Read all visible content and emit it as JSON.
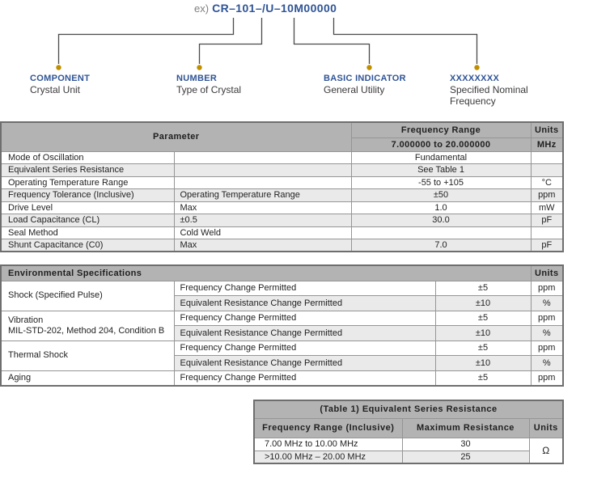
{
  "colors": {
    "accent_blue": "#2f5496",
    "dot_gold": "#bf8f00",
    "connector": "#4a4a4a",
    "header_gray": "#b3b3b3",
    "row_alt_gray": "#eaeaea",
    "border_gray": "#959595",
    "border_dark": "#6e6e6e",
    "text": "#1f1f1f",
    "muted_gray": "#7f7f7f"
  },
  "part_number": {
    "prefix": "ex)",
    "value": "CR–101–/U–10M00000"
  },
  "diagram_labels": [
    {
      "title": "COMPONENT",
      "subtitle": "Crystal Unit"
    },
    {
      "title": "NUMBER",
      "subtitle": "Type of Crystal"
    },
    {
      "title": "BASIC INDICATOR",
      "subtitle": "General Utility"
    },
    {
      "title": "XXXXXXXX",
      "subtitle": "Specified Nominal Frequency"
    }
  ],
  "parameter_table": {
    "header": {
      "parameter": "Parameter",
      "frequency_range": "Frequency Range",
      "range_value": "7.000000 to 20.000000",
      "units": "Units",
      "units_value": "MHz"
    },
    "rows": [
      {
        "parameter": "Mode of Oscillation",
        "condition": "",
        "value": "Fundamental",
        "unit": ""
      },
      {
        "parameter": "Equivalent Series Resistance",
        "condition": "",
        "value": "See Table 1",
        "unit": ""
      },
      {
        "parameter": "Operating Temperature Range",
        "condition": "",
        "value": "-55 to +105",
        "unit": "°C"
      },
      {
        "parameter": "Frequency Tolerance (Inclusive)",
        "condition": "Operating Temperature Range",
        "value": "±50",
        "unit": "ppm"
      },
      {
        "parameter": "Drive Level",
        "condition": "Max",
        "value": "1.0",
        "unit": "mW"
      },
      {
        "parameter": "Load Capacitance (CL)",
        "condition": "±0.5",
        "value": "30.0",
        "unit": "pF"
      },
      {
        "parameter": "Seal Method",
        "condition": "Cold Weld",
        "value": "",
        "unit": ""
      },
      {
        "parameter": "Shunt Capacitance (C0)",
        "condition": "Max",
        "value": "7.0",
        "unit": "pF"
      }
    ]
  },
  "environmental_table": {
    "title": "Environmental Specifications",
    "units_header": "Units",
    "groups": [
      {
        "category_lines": [
          "Shock (Specified Pulse)"
        ],
        "rows": [
          {
            "desc": "Frequency Change Permitted",
            "value": "±5",
            "unit": "ppm"
          },
          {
            "desc": "Equivalent Resistance Change Permitted",
            "value": "±10",
            "unit": "%"
          }
        ]
      },
      {
        "category_lines": [
          "Vibration",
          "MIL-STD-202, Method 204, Condition B"
        ],
        "rows": [
          {
            "desc": "Frequency Change Permitted",
            "value": "±5",
            "unit": "ppm"
          },
          {
            "desc": "Equivalent Resistance Change Permitted",
            "value": "±10",
            "unit": "%"
          }
        ]
      },
      {
        "category_lines": [
          "Thermal Shock"
        ],
        "rows": [
          {
            "desc": "Frequency Change Permitted",
            "value": "±5",
            "unit": "ppm"
          },
          {
            "desc": "Equivalent Resistance Change Permitted",
            "value": "±10",
            "unit": "%"
          }
        ]
      },
      {
        "category_lines": [
          "Aging"
        ],
        "rows": [
          {
            "desc": "Frequency Change Permitted",
            "value": "±5",
            "unit": "ppm"
          }
        ]
      }
    ]
  },
  "resistance_table": {
    "title": "(Table 1) Equivalent Series Resistance",
    "headers": [
      "Frequency Range (Inclusive)",
      "Maximum Resistance",
      "Units"
    ],
    "rows": [
      {
        "range": "7.00 MHz to 10.00 MHz",
        "resistance": "30"
      },
      {
        "range": ">10.00 MHz – 20.00 MHz",
        "resistance": "25"
      }
    ],
    "units_value": "Ω"
  }
}
